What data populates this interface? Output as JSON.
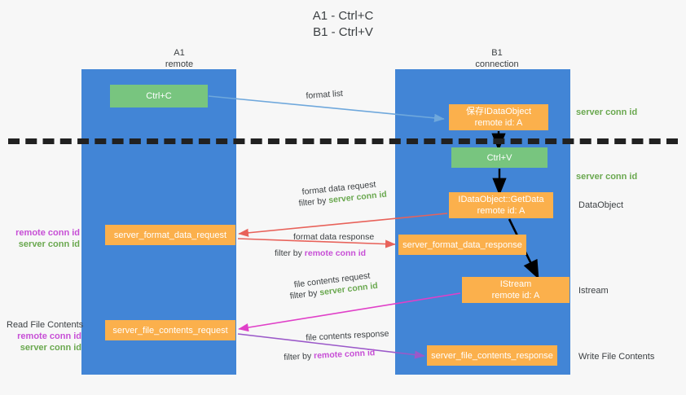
{
  "title": {
    "line1": "A1 - Ctrl+C",
    "line2": "B1 - Ctrl+V"
  },
  "columns": [
    {
      "name": "A1",
      "sub": "remote"
    },
    {
      "name": "B1",
      "sub": "connection"
    }
  ],
  "nodes": {
    "ctrl_c": {
      "label": "Ctrl+C",
      "color": "#78c57f"
    },
    "save_idataobject": {
      "line1": "保存IDataObject",
      "line2": "remote id: A",
      "color": "#fbb04c"
    },
    "ctrl_v": {
      "label": "Ctrl+V",
      "color": "#78c57f"
    },
    "getdata": {
      "line1": "IDataObject::GetData",
      "line2": "remote id: A",
      "color": "#fbb04c"
    },
    "istream": {
      "line1": "IStream",
      "line2": "remote id: A",
      "color": "#fbb04c"
    },
    "format_data_request": {
      "label": "server_format_data_request",
      "color": "#fbb04c"
    },
    "format_data_response": {
      "label": "server_format_data_response",
      "color": "#fbb04c"
    },
    "file_contents_request": {
      "label": "server_file_contents_request",
      "color": "#fbb04c"
    },
    "file_contents_response": {
      "label": "server_file_contents_response",
      "color": "#fbb04c"
    }
  },
  "annotations": {
    "format_list": "format list",
    "format_data_request": "format data request",
    "format_data_request_filter_prefix": "filter by ",
    "format_data_request_filter_value": "server conn id",
    "format_data_response": "format data response",
    "format_data_response_filter_prefix": "filter by ",
    "format_data_response_filter_value": "remote conn id",
    "file_contents_request": "file contents request",
    "file_contents_request_filter_prefix": "filter by ",
    "file_contents_request_filter_value": "server conn id",
    "file_contents_response": "file contents response",
    "file_contents_response_filter_prefix": "filter by ",
    "file_contents_response_filter_value": "remote conn id"
  },
  "side_labels": {
    "server_conn_id_top": "server conn id",
    "server_conn_id_mid": "server conn id",
    "dataobject": "DataObject",
    "istream": "Istream",
    "write_file_contents": "Write File Contents",
    "read_file_contents": "Read File Contents",
    "remote_conn_id": "remote conn id",
    "server_conn_id": "server conn id"
  },
  "colors": {
    "lane": "#4285d6",
    "green_node": "#78c57f",
    "orange_node": "#fbb04c",
    "server_conn_id": "#6aa84f",
    "remote_conn_id": "#c74fd6",
    "divider": "#212121",
    "arrow_blue": "#6fa8dc",
    "arrow_red": "#e8625a",
    "arrow_magenta": "#e040c8",
    "arrow_purple": "#9b59c9",
    "arrow_black": "#000000",
    "background": "#f7f7f7"
  }
}
